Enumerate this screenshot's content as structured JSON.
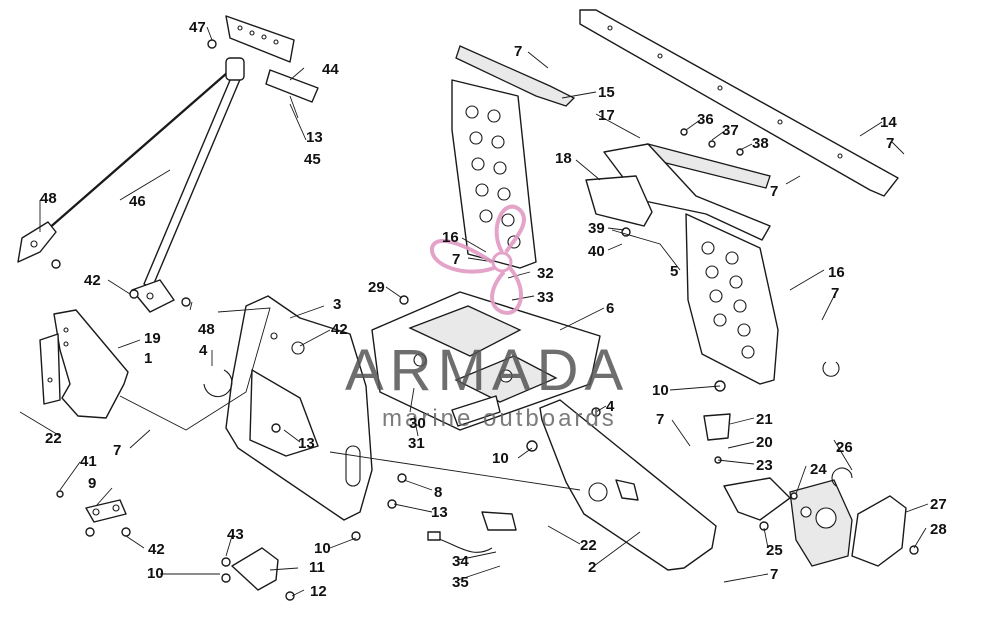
{
  "diagram": {
    "type": "exploded-parts-diagram",
    "callouts": [
      "47",
      "44",
      "13",
      "45",
      "48",
      "46",
      "42",
      "48",
      "19",
      "1",
      "4",
      "3",
      "42",
      "22",
      "7",
      "41",
      "9",
      "42",
      "10",
      "43",
      "11",
      "12",
      "13",
      "8",
      "13",
      "10",
      "29",
      "30",
      "31",
      "32",
      "33",
      "6",
      "16",
      "7",
      "15",
      "17",
      "7",
      "18",
      "36",
      "37",
      "38",
      "39",
      "40",
      "5",
      "14",
      "7",
      "7",
      "16",
      "7",
      "10",
      "4",
      "10",
      "7",
      "21",
      "20",
      "23",
      "24",
      "26",
      "25",
      "27",
      "28",
      "22",
      "2",
      "7",
      "34",
      "35"
    ]
  },
  "watermark": {
    "brand": "ARMADA",
    "tagline": "marine outboards",
    "accent_color": "#e29ac3",
    "text_color": "#555555"
  }
}
